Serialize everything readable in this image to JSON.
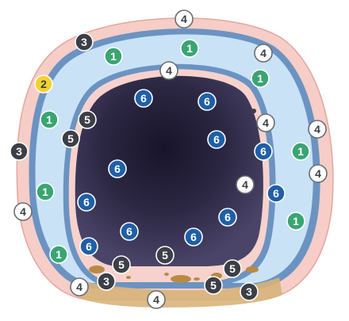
{
  "colors": {
    "background": "#ffffff",
    "outer_pink": "#f6cdc7",
    "outer_edge": "#e3a79f",
    "membrane_blue": "#6b93c2",
    "light_blue": "#c9e2f6",
    "inner_pink": "#f7d2cc",
    "cavity_center": "#17142a",
    "cavity_edge": "#4a4468",
    "sediment": "#d8b47a",
    "sediment_dark": "#b88a45",
    "green": "#3aa572",
    "dark_gray": "#3c3f45",
    "white": "#ffffff",
    "outline_gray": "#6a6d72",
    "yellow": "#f3d230",
    "blue": "#1f5fa8"
  },
  "label_styles": {
    "1": "green",
    "2": "yellow",
    "3": "dark",
    "4": "white",
    "5": "dark",
    "6": "blue"
  },
  "labels": [
    {
      "text": "4",
      "style": "4"
    },
    {
      "text": "3",
      "style": "3"
    },
    {
      "text": "1",
      "style": "1"
    },
    {
      "text": "1",
      "style": "1"
    },
    {
      "text": "4",
      "style": "4"
    },
    {
      "text": "2",
      "style": "2"
    },
    {
      "text": "4",
      "style": "4"
    },
    {
      "text": "1",
      "style": "1"
    },
    {
      "text": "6",
      "style": "6"
    },
    {
      "text": "6",
      "style": "6"
    },
    {
      "text": "1",
      "style": "1"
    },
    {
      "text": "5",
      "style": "5"
    },
    {
      "text": "4",
      "style": "4"
    },
    {
      "text": "5",
      "style": "5"
    },
    {
      "text": "4",
      "style": "4"
    },
    {
      "text": "6",
      "style": "6"
    },
    {
      "text": "3",
      "style": "3"
    },
    {
      "text": "6",
      "style": "6"
    },
    {
      "text": "1",
      "style": "1"
    },
    {
      "text": "6",
      "style": "6"
    },
    {
      "text": "4",
      "style": "4"
    },
    {
      "text": "4",
      "style": "4"
    },
    {
      "text": "1",
      "style": "1"
    },
    {
      "text": "6",
      "style": "6"
    },
    {
      "text": "6",
      "style": "6"
    },
    {
      "text": "4",
      "style": "4"
    },
    {
      "text": "6",
      "style": "6"
    },
    {
      "text": "1",
      "style": "1"
    },
    {
      "text": "6",
      "style": "6"
    },
    {
      "text": "6",
      "style": "6"
    },
    {
      "text": "1",
      "style": "1"
    },
    {
      "text": "6",
      "style": "6"
    },
    {
      "text": "5",
      "style": "5"
    },
    {
      "text": "5",
      "style": "5"
    },
    {
      "text": "5",
      "style": "5"
    },
    {
      "text": "3",
      "style": "3"
    },
    {
      "text": "5",
      "style": "5"
    },
    {
      "text": "4",
      "style": "4"
    },
    {
      "text": "3",
      "style": "3"
    },
    {
      "text": "4",
      "style": "4"
    }
  ]
}
